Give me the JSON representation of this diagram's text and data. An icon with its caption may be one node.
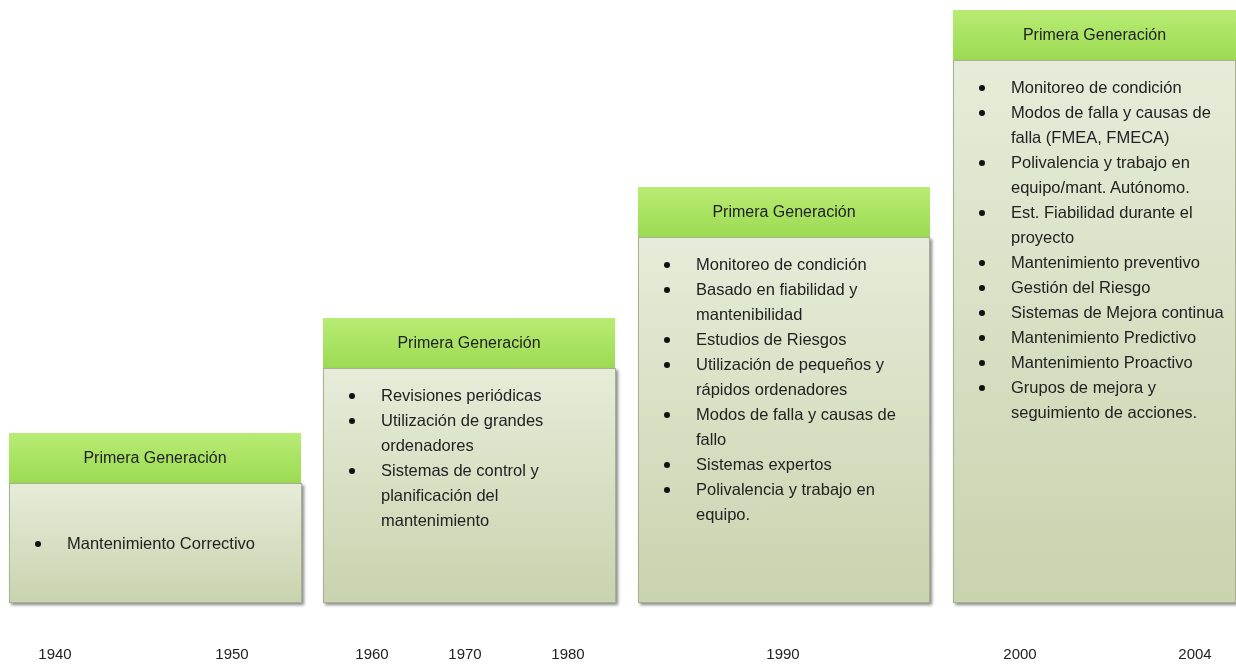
{
  "diagram": {
    "nodes": [
      {
        "text": [
          "Primera Generación"
        ]
      },
      {
        "text": [
          "Mantenimiento Correctivo"
        ]
      },
      {
        "text": [
          "Primera Generación"
        ]
      },
      {
        "text": [
          "Revisiones periódicas",
          "Utilización de grandes ordenadores",
          "Sistemas de control y planificación del mantenimiento"
        ]
      },
      {
        "text": [
          "Primera Generación"
        ]
      },
      {
        "text": [
          "Monitoreo de condición",
          "Basado en fiabilidad y mantenibilidad",
          "Estudios de Riesgos",
          "Utilización de pequeños y rápidos ordenadores",
          "Modos de falla y causas de fallo",
          "Sistemas expertos",
          "Polivalencia y trabajo en equipo."
        ]
      },
      {
        "text": [
          "Primera Generación"
        ]
      },
      {
        "text": [
          "Monitoreo de condición",
          "Modos de falla y causas de falla (FMEA, FMECA)",
          "Polivalencia y trabajo en equipo/mant. Autónomo.",
          "Est. Fiabilidad durante el proyecto",
          "Mantenimiento preventivo",
          "Gestión del Riesgo",
          "Sistemas de Mejora continua",
          "Mantenimiento Predictivo",
          "Mantenimiento Proactivo",
          "Grupos de mejora y seguimiento de acciones."
        ]
      }
    ],
    "labels": [
      "1940",
      "1950",
      "1960",
      "1970",
      "1980",
      "1990",
      "2000",
      "2004"
    ]
  }
}
